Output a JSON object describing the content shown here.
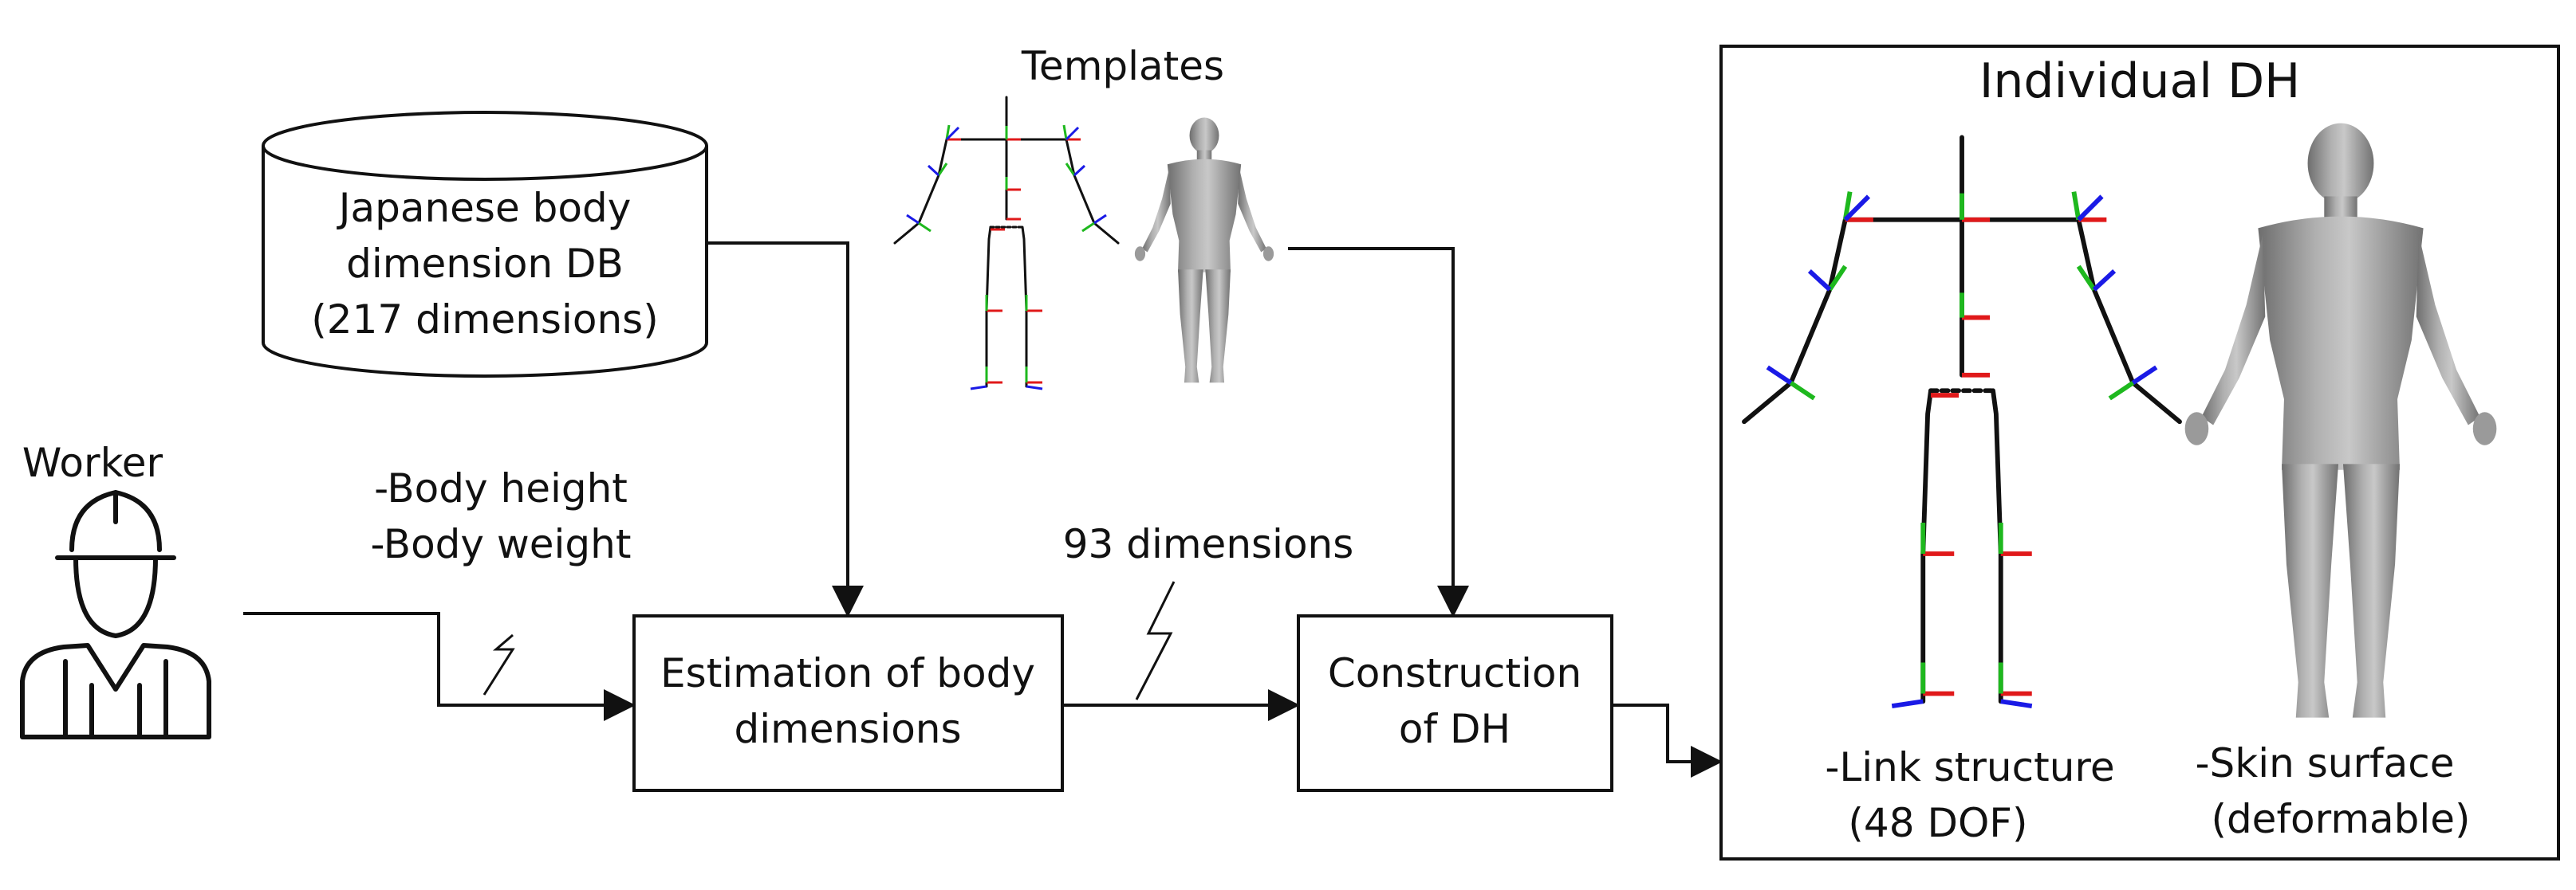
{
  "worker": {
    "label": "Worker"
  },
  "database": {
    "lines": [
      "Japanese body",
      "dimension DB",
      "(217 dimensions)"
    ]
  },
  "worker_inputs": {
    "lines": [
      "-Body height",
      "-Body weight"
    ]
  },
  "estimation": {
    "lines": [
      "Estimation of body",
      "dimensions"
    ]
  },
  "templates": {
    "label": "Templates"
  },
  "dimensions_transfer": {
    "label": "93 dimensions"
  },
  "construction": {
    "lines": [
      "Construction",
      "of DH"
    ]
  },
  "individual_dh": {
    "title": "Individual DH",
    "link_structure": [
      "-Link structure",
      "(48 DOF)"
    ],
    "skin_surface": [
      "-Skin surface",
      "(deformable)"
    ]
  },
  "colors": {
    "line": "#111111",
    "axis_x": "#e0191a",
    "axis_y": "#1eb81e",
    "axis_z": "#1a1ae6",
    "body_dark": "#6e6e6e",
    "body_mid": "#9a9a9a",
    "body_light": "#c4c4c4"
  }
}
